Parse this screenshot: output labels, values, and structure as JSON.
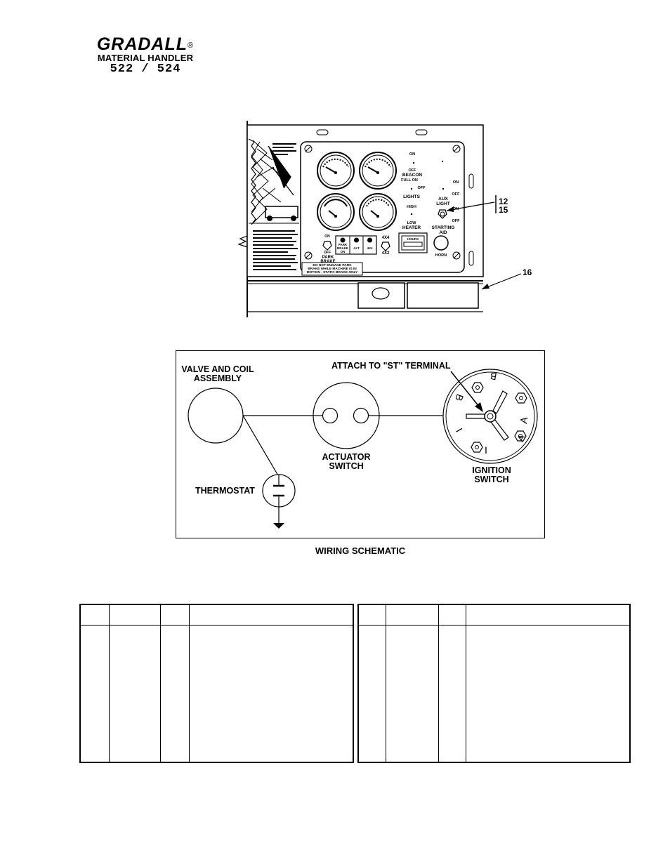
{
  "header": {
    "brand": "GRADALL",
    "registered": "®",
    "product": "MATERIAL HANDLER",
    "model": "522 / 524"
  },
  "panel": {
    "callouts": [
      "12",
      "15",
      "16"
    ],
    "switches": {
      "beacon": {
        "on": "ON",
        "off": "OFF",
        "label": "BEACON"
      },
      "lights": {
        "full_on": "FULL ON",
        "off": "OFF",
        "label": "LIGHTS"
      },
      "heater": {
        "high": "HIGH",
        "low": "LOW",
        "label": "HEATER"
      },
      "aux_light": {
        "on": "ON",
        "off": "OFF",
        "label1": "AUX",
        "label2": "LIGHT"
      },
      "starting_aid": {
        "on": "ON",
        "off": "OFF",
        "label1": "STARTING",
        "label2": "AID"
      },
      "horn": "HORN",
      "park_brake": {
        "on": "ON",
        "off": "OFF",
        "label1": "PARK",
        "label2": "BRAKE"
      },
      "drive": {
        "a": "4X4",
        "b": "4X2"
      }
    },
    "indicators": [
      {
        "line1": "PARK",
        "line2": "BRAKE",
        "line3": "ON"
      },
      {
        "line1": "ALT"
      },
      {
        "line1": "4X4"
      }
    ],
    "hourmeter": "HOURS",
    "warning": [
      "DO NOT ENGAGE PARK",
      "BRAKE WHILE MACHINE IS IN",
      "MOTION - STATIC BRAKE ONLY"
    ]
  },
  "schematic": {
    "valve_label_1": "VALVE AND COIL",
    "valve_label_2": "ASSEMBLY",
    "attach_label": "ATTACH TO \"ST\" TERMINAL",
    "actuator_label_1": "ACTUATOR",
    "actuator_label_2": "SWITCH",
    "ignition_label_1": "IGNITION",
    "ignition_label_2": "SWITCH",
    "thermostat_label": "THERMOSTAT",
    "terminal_letters": [
      "B",
      "B",
      "A",
      "A",
      "I",
      "I"
    ],
    "caption": "WIRING SCHEMATIC"
  }
}
